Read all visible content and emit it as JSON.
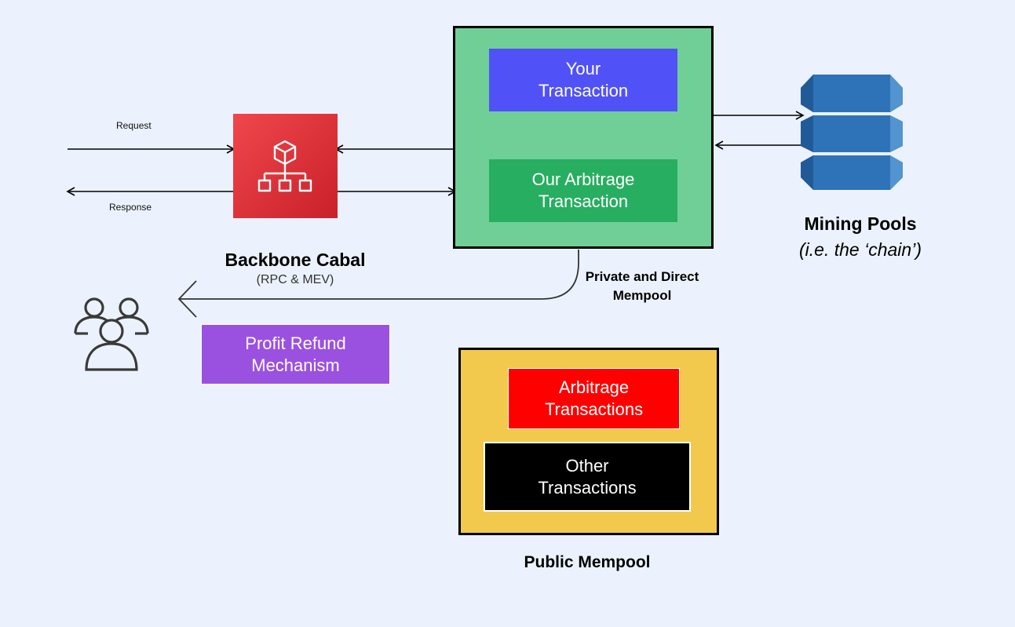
{
  "request_label": "Request",
  "response_label": "Response",
  "backbone": {
    "title": "Backbone Cabal",
    "subtitle": "(RPC & MEV)",
    "color": "#d9292f",
    "icon": "network-hierarchy-icon"
  },
  "private_mempool": {
    "label": "Private and Direct\nMempool",
    "color": "#6fcf97",
    "your_tx": "Your\nTransaction",
    "your_tx_color": "#5052f7",
    "arb_tx": "Our Arbitrage\nTransaction",
    "arb_tx_color": "#27ae60"
  },
  "mining": {
    "title": "Mining Pools",
    "subtitle": "(i.e. the ‘chain’)",
    "icon": "database-icon",
    "color": "#2e73b8"
  },
  "refund": {
    "label": "Profit Refund\nMechanism",
    "color": "#9b51e0"
  },
  "users_icon": "users-icon",
  "public_mempool": {
    "title": "Public Mempool",
    "color": "#f2c94c",
    "arb_tx": "Arbitrage\nTransactions",
    "arb_tx_color": "#ff0000",
    "other_tx": "Other\nTransactions",
    "other_tx_color": "#000000"
  }
}
